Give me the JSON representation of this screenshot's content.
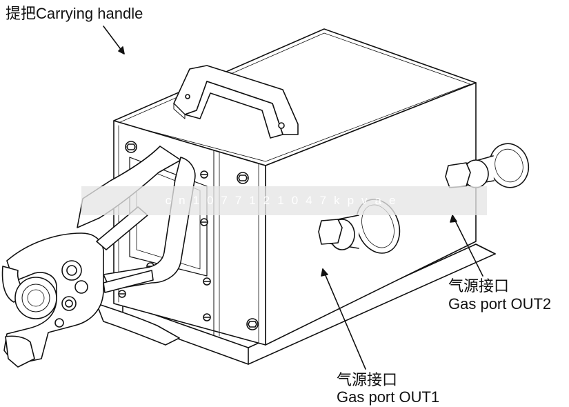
{
  "labels": {
    "carrying_handle_zh": "提把",
    "carrying_handle_en": "Carrying handle",
    "gas_out2_zh": "气源接口",
    "gas_out2_en": "Gas port OUT2",
    "gas_out1_zh": "气源接口",
    "gas_out1_en": "Gas port OUT1"
  },
  "watermark": "cn1077121047kpvae",
  "colors": {
    "line": "#111111",
    "fill": "#ffffff",
    "watermark_band": "#e6e6e6"
  }
}
